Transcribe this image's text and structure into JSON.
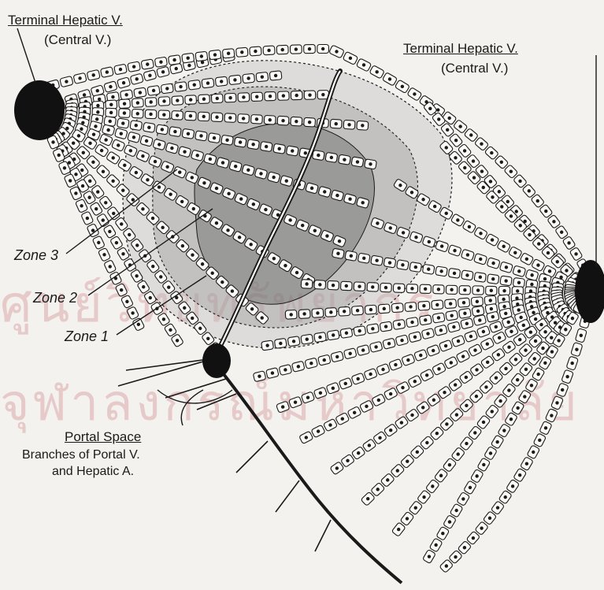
{
  "labels": {
    "terminal_left_title": "Terminal Hepatic V.",
    "terminal_left_sub": "(Central V.)",
    "terminal_right_title": "Terminal Hepatic V.",
    "terminal_right_sub": "(Central V.)",
    "zone3": "Zone 3",
    "zone2": "Zone 2",
    "zone1": "Zone 1",
    "portal_title": "Portal Space",
    "portal_line1": "Branches of Portal V.",
    "portal_line2": "and Hepatic A."
  },
  "watermark": {
    "line1": "ศูนย์วิทยทรัพยากร",
    "line2": "จุฬาลงกรณ์มหาวิทยาลัย"
  },
  "colors": {
    "ink": "#1a1a1a",
    "paper": "#f4f2ee",
    "zone_shade": "#8c8c8c",
    "watermark": "#e6c9c9"
  }
}
